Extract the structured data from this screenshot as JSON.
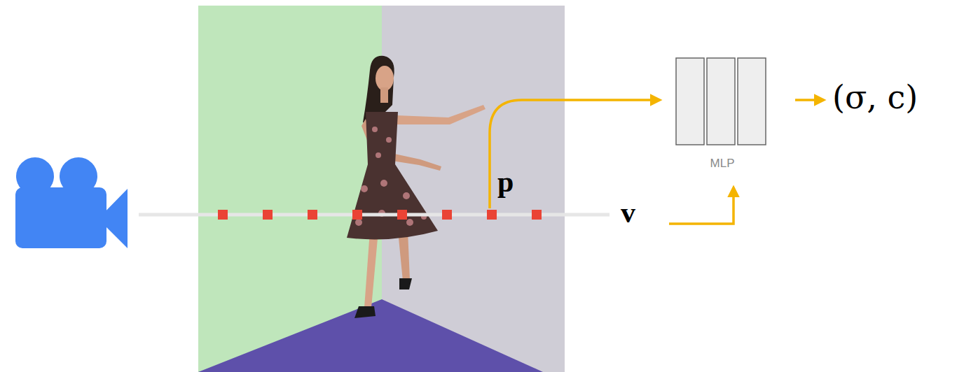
{
  "diagram": {
    "nodes": [
      {
        "text": [
          "MLP"
        ]
      }
    ],
    "labels": [
      "p",
      "v",
      "(σ, c)"
    ]
  }
}
